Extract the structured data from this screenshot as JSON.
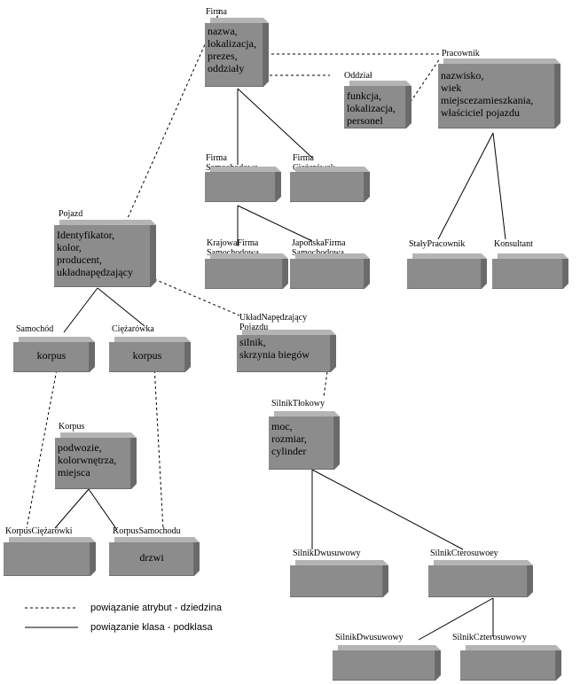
{
  "nodes": {
    "firma": {
      "label": "Firma",
      "text": "nazwa,\nlokalizacja,\nprezes,\noddziały"
    },
    "oddzial": {
      "label": "Oddział",
      "text": "funkcja,\nlokalizacja,\npersonel"
    },
    "pracownik": {
      "label": "Pracownik",
      "text": "nazwisko,\nwiek\nmiejscezamieszkania,\nwłaściciel pojazdu"
    },
    "firma_samochodowa": {
      "label": "Firma\nSamochodowa",
      "text": ""
    },
    "firma_ciezarowek": {
      "label": "Firma\nCiężarówek",
      "text": ""
    },
    "krajowa_firma": {
      "label": "KrajowaFirma\nSamochodowa",
      "text": ""
    },
    "japonska_firma": {
      "label": "JapońskaFirma\nSamochodowa",
      "text": ""
    },
    "staly_pracownik": {
      "label": "StałyPracownik",
      "text": ""
    },
    "konsultant": {
      "label": "Konsultant",
      "text": ""
    },
    "pojazd": {
      "label": "Pojazd",
      "text": "Identyfikator,\nkolor,\nproducent,\nukładnapędzający"
    },
    "samochod": {
      "label": "Samochód",
      "text": "korpus"
    },
    "ciezarowka": {
      "label": "Ciężarówka",
      "text": "korpus"
    },
    "uklad": {
      "label": "UkładNapędzający\nPojazdu",
      "text": "silnik,\nskrzynia biegów"
    },
    "korpus": {
      "label": "Korpus",
      "text": "podwozie,\nkolorwnętrza,\nmiejsca"
    },
    "korpus_ciezarowki": {
      "label": "KorpusCiężarówki",
      "text": ""
    },
    "korpus_samochodu": {
      "label": "KorpusSamochodu",
      "text": "drzwi"
    },
    "silnik_tlokowy": {
      "label": "SilnikTłokowy",
      "text": "moc,\nrozmiar,\ncylinder"
    },
    "silnik_dwusuwowy_1": {
      "label": "SilnikDwusuwowy",
      "text": ""
    },
    "silnik_czterosuwowy_1": {
      "label": "SilnikCterosuwoey",
      "text": ""
    },
    "silnik_dwusuwowy_2": {
      "label": "SilnikDwusuwowy",
      "text": ""
    },
    "silnik_czterosuwowy_2": {
      "label": "SilnikCzterosuwowy",
      "text": ""
    }
  },
  "legend": {
    "dashed": "powiązanie atrybut - dziedzina",
    "solid": "powiązanie klasa - podklasa"
  },
  "colors": {
    "box": "#8c8c8c",
    "box_top": "#b4b4b4",
    "box_side": "#6a6a6a",
    "line": "#000000"
  }
}
